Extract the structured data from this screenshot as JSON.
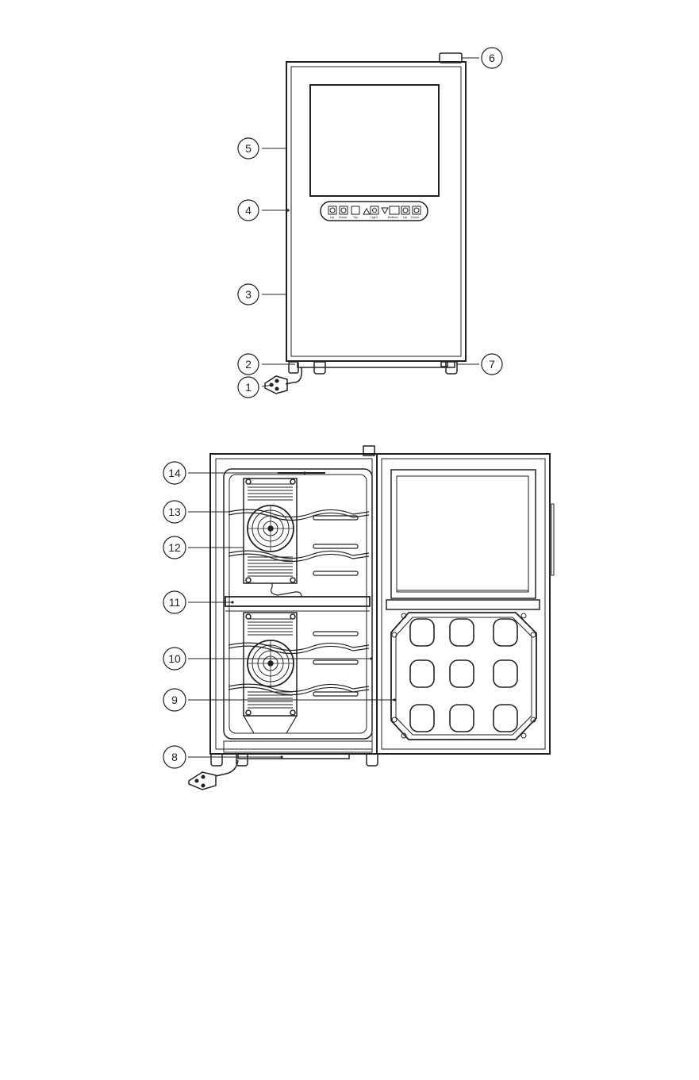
{
  "figure": {
    "top_view": {
      "callouts": [
        {
          "id": "1",
          "part": "power-plug"
        },
        {
          "id": "2",
          "part": "leveling-foot-left"
        },
        {
          "id": "3",
          "part": "cabinet-lower"
        },
        {
          "id": "4",
          "part": "control-panel"
        },
        {
          "id": "5",
          "part": "cabinet-upper"
        },
        {
          "id": "6",
          "part": "top-hinge"
        },
        {
          "id": "7",
          "part": "leveling-foot-right"
        }
      ],
      "control_panel": {
        "labels": [
          "Up",
          "Down",
          "Top",
          "Light",
          "Bottom",
          "Up",
          "Down"
        ]
      }
    },
    "bottom_view": {
      "callouts": [
        {
          "id": "8",
          "part": "power-cord"
        },
        {
          "id": "9",
          "part": "door-gasket"
        },
        {
          "id": "10",
          "part": "lower-fan"
        },
        {
          "id": "11",
          "part": "divider-shelf"
        },
        {
          "id": "12",
          "part": "upper-fan"
        },
        {
          "id": "13",
          "part": "wire-rack"
        },
        {
          "id": "14",
          "part": "interior-light"
        }
      ]
    }
  }
}
